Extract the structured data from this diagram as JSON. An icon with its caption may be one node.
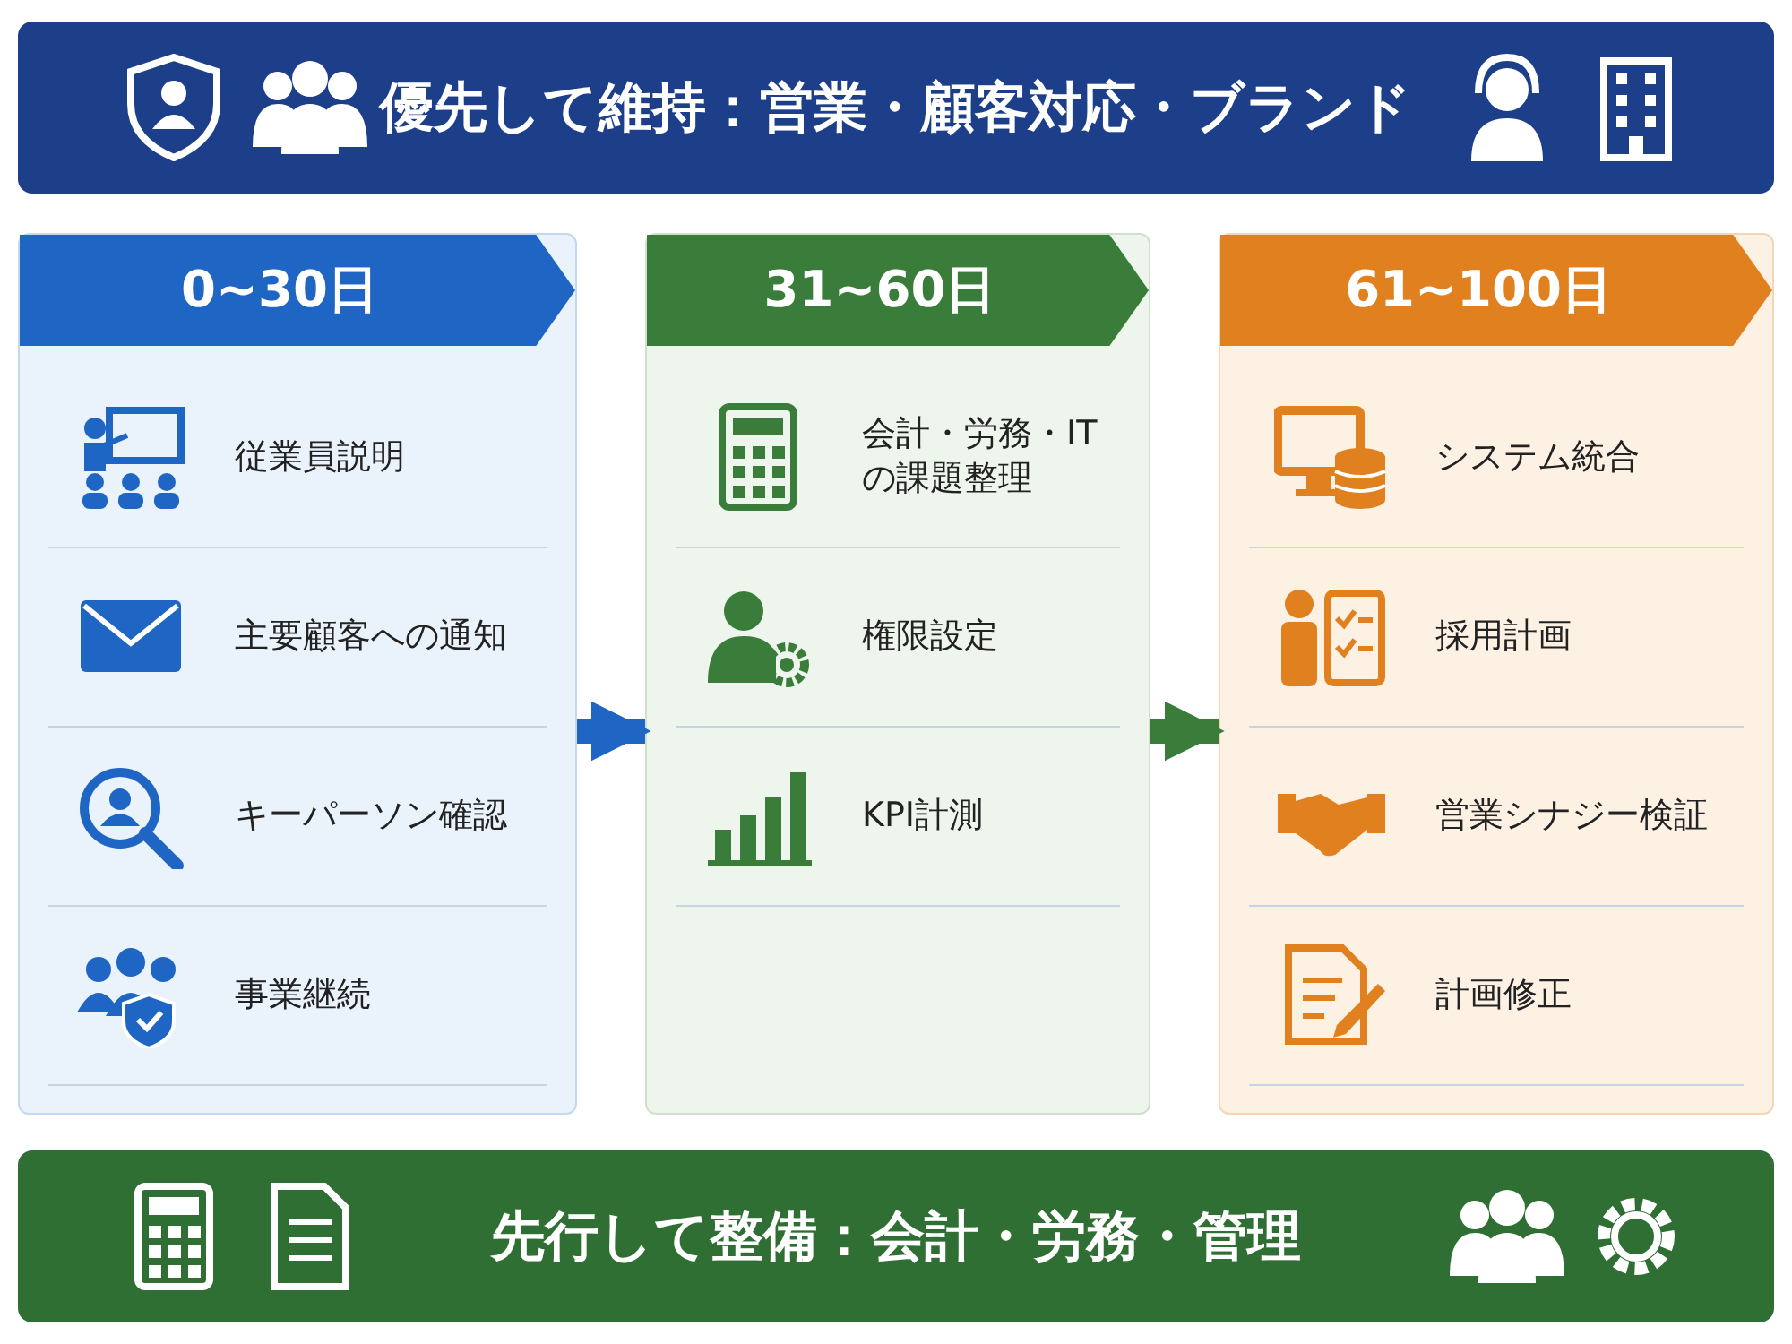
{
  "diagram": {
    "nodes": [
      {
        "text": [
          "優先して維持：営業・顧客対応・ブランド"
        ]
      },
      {
        "text": [
          "0~30日"
        ]
      },
      {
        "text": [
          "従業員説明"
        ],
        "in": 1
      },
      {
        "text": [
          "主要顧客への通知"
        ],
        "in": 1
      },
      {
        "text": [
          "キーパーソン確認"
        ],
        "in": 1
      },
      {
        "text": [
          "事業継続"
        ],
        "in": 1
      },
      {
        "text": [
          "31~60日"
        ]
      },
      {
        "text": [
          "会計・労務・ITの課題整理"
        ],
        "in": 6
      },
      {
        "text": [
          "権限設定"
        ],
        "in": 6
      },
      {
        "text": [
          "KPI計測"
        ],
        "in": 6
      },
      {
        "text": [
          "61~100日"
        ]
      },
      {
        "text": [
          "システム統合"
        ],
        "in": 10
      },
      {
        "text": [
          "採用計画"
        ],
        "in": 10
      },
      {
        "text": [
          "営業シナジー検証"
        ],
        "in": 10
      },
      {
        "text": [
          "計画修正"
        ],
        "in": 10
      },
      {
        "text": [
          "先行して整備：会計・労務・管理"
        ]
      }
    ],
    "edges": [
      {
        "from": 1,
        "to": 6,
        "arrow": "to",
        "color": "#1f66c4"
      },
      {
        "from": 6,
        "to": 10,
        "arrow": "to",
        "color": "#3a7d3a"
      }
    ]
  }
}
